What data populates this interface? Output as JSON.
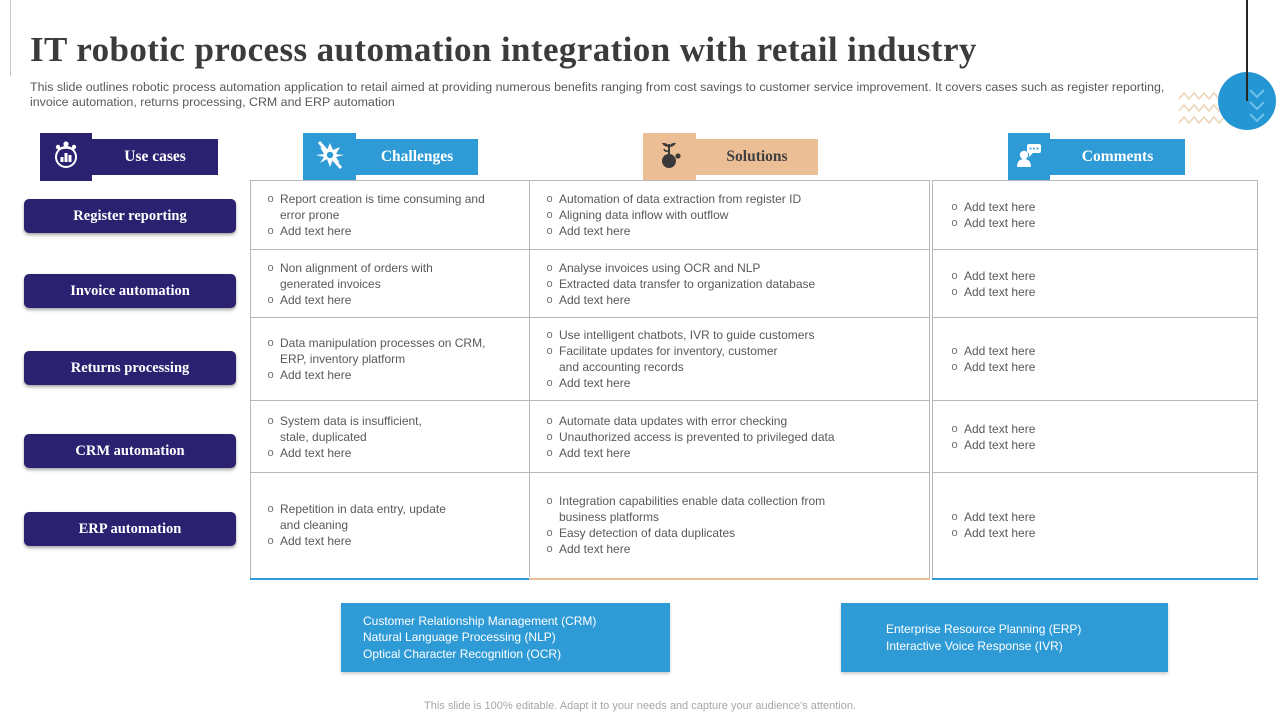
{
  "slide": {
    "title": "IT robotic process automation integration with retail industry",
    "subtitle": "This slide outlines robotic process automation application to retail aimed at providing numerous benefits ranging from cost savings to customer service improvement. It covers cases such as register reporting, invoice automation, returns processing, CRM and ERP automation",
    "footer": "This slide is 100% editable. Adapt it to your needs and capture your audience's attention."
  },
  "headers": {
    "use_cases": "Use cases",
    "challenges": "Challenges",
    "solutions": "Solutions",
    "comments": "Comments"
  },
  "icons": {
    "use_cases": "process-management-chart-icon",
    "challenges": "collision-conflict-icon",
    "solutions": "growing-plant-icon",
    "comments": "person-speech-bubble-icon"
  },
  "use_case_buttons": [
    "Register reporting",
    "Invoice automation",
    "Returns processing",
    "CRM automation",
    "ERP automation"
  ],
  "rows": [
    {
      "challenges": [
        "Report creation is time consuming and\nerror prone",
        "Add text here"
      ],
      "solutions": [
        "Automation of data extraction from register ID",
        "Aligning data inflow with outflow",
        "Add text here"
      ],
      "comments": [
        "Add text here",
        "Add text here"
      ]
    },
    {
      "challenges": [
        "Non alignment of orders with\ngenerated invoices",
        "Add text here"
      ],
      "solutions": [
        "Analyse invoices using OCR and NLP",
        "Extracted data transfer to organization database",
        "Add text here"
      ],
      "comments": [
        "Add text here",
        "Add text here"
      ]
    },
    {
      "challenges": [
        "Data manipulation processes on CRM,\nERP, inventory platform",
        "Add text here"
      ],
      "solutions": [
        "Use intelligent chatbots, IVR to guide customers",
        "Facilitate updates for inventory, customer\nand accounting records",
        "Add text here"
      ],
      "comments": [
        "Add text here",
        "Add text here"
      ]
    },
    {
      "challenges": [
        "System data is insufficient,\nstale, duplicated",
        "Add text here"
      ],
      "solutions": [
        "Automate data updates with error checking",
        "Unauthorized access is prevented to privileged data",
        "Add text here"
      ],
      "comments": [
        "Add text here",
        "Add text here"
      ]
    },
    {
      "challenges": [
        "Repetition in data entry, update\nand cleaning",
        "Add text here"
      ],
      "solutions": [
        "Integration capabilities enable data collection from\nbusiness platforms",
        "Easy detection of data duplicates",
        "Add text here"
      ],
      "comments": [
        "Add text here",
        "Add text here"
      ]
    }
  ],
  "legend_boxes": [
    {
      "lines": "Customer Relationship Management (CRM)\nNatural Language Processing (NLP)\nOptical Character Recognition (OCR)"
    },
    {
      "lines": "Enterprise Resource Planning (ERP)\nInteractive Voice Response (IVR)"
    }
  ],
  "colors": {
    "navy": "#2B2171",
    "blue": "#2E9BD6",
    "tan": "#EBBE96",
    "circle_blue": "#2496D3",
    "title_text": "#3B3B3B",
    "body_text": "#595959",
    "table_border": "#B7B7B7"
  }
}
